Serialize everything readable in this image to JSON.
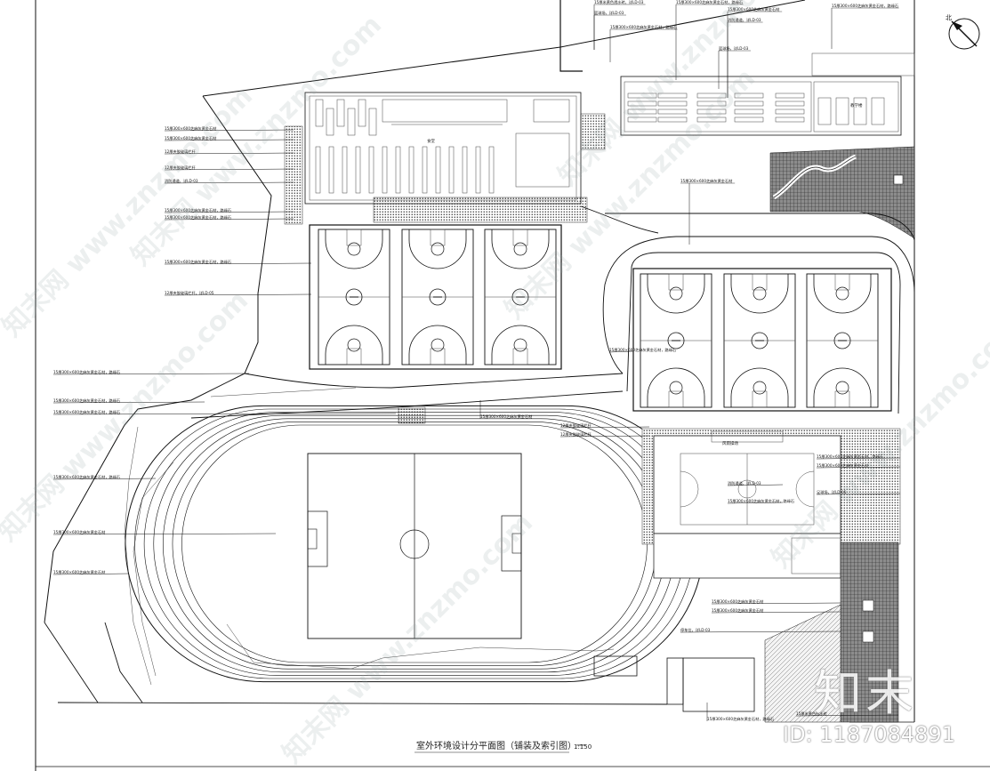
{
  "drawing": {
    "title": "室外环境设计分平面图（铺装及索引图）一",
    "scale": "1:150",
    "north_label": "北"
  },
  "rooms": {
    "canteen": "食堂",
    "teaching": "教学楼",
    "gym": "风雨操场"
  },
  "callouts": [
    "15厚300×600芝麻灰黄金石材",
    "15厚300×600芝麻灰黄金石材",
    "12厚夹胶玻璃栏杆",
    "12厚夹胶玻璃栏杆",
    "消防通道，详LD-03",
    "15厚300×600芝麻灰黄金石材，路缘石",
    "15厚300×600芝麻灰黄金石材，路缘石",
    "15厚300×600芝麻灰黄金石材，路缘石",
    "12厚夹胶玻璃栏杆，详LD-05",
    "15厚300×600芝麻灰黄金石材，路缘石",
    "15厚300×600芝麻灰黄金石材，路缘石",
    "15厚300×600芝麻灰黄金石材，路缘石",
    "15厚300×600芝麻灰黄金石材，路缘石",
    "15厚300×600芝麻灰黄金石材",
    "15厚300×600芝麻灰黄金石材",
    "15厚米黄色透水砖，详LD-03",
    "篮球场，详LD-03",
    "15厚300×600芝麻灰黄金石材，路缘石",
    "15厚300×600芝麻灰黄金石材，路缘石",
    "15厚300×600芝麻灰黄金石材",
    "消防通道，详LD-03",
    "篮球场，详LD-03",
    "15厚300×600芝麻灰黄金石材，路缘石",
    "15厚300×600芝麻灰黄金石材",
    "15厚300×600芝麻灰黄金石材，路缘石",
    "15厚300×600芝麻灰黄金石材",
    "12厚夹胶玻璃栏杆",
    "12厚夹胶玻璃栏杆",
    "15厚300×600芝麻灰黄金石材，路缘石",
    "15厚300×600芝麻灰黄金石材",
    "足球场，详LD-05",
    "消防通道，详LD-03",
    "15厚300×600芝麻灰黄金石材，路缘石",
    "15厚300×600芝麻灰黄金石材",
    "15厚300×600芝麻灰黄金石材",
    "停车位，详LD-03",
    "15厚300×600芝麻灰黄金石材，路缘石",
    "15厚米黄色透水砖"
  ],
  "watermark": {
    "text": "知末网 www.znzmo.com",
    "logo": "知末",
    "id": "ID: 1187084891"
  }
}
